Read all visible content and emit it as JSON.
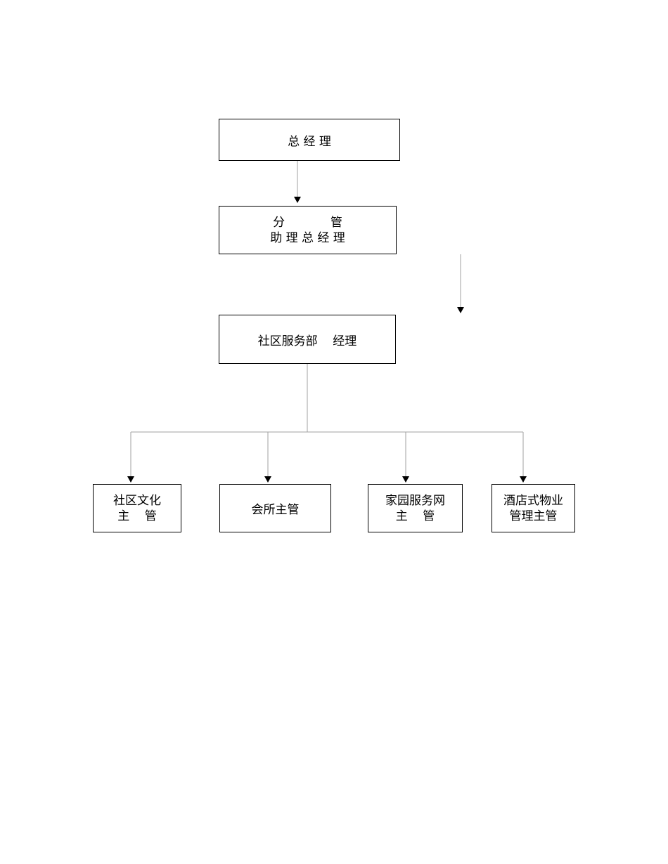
{
  "org_chart": {
    "general_manager": "总 经 理",
    "assistant_gm": {
      "line1": "分            管",
      "line2": "助 理 总 经 理"
    },
    "community_service_manager": "社区服务部    经理",
    "supervisors": [
      {
        "line1": "社区文化",
        "line2": "主    管"
      },
      {
        "line1": "会所主管",
        "line2": ""
      },
      {
        "line1": "家园服务网",
        "line2": "主    管"
      },
      {
        "line1": "酒店式物业",
        "line2": "管理主管"
      }
    ]
  },
  "colors": {
    "box_border": "#000000",
    "connector": "#a0a0a0",
    "arrowhead": "#000000"
  }
}
